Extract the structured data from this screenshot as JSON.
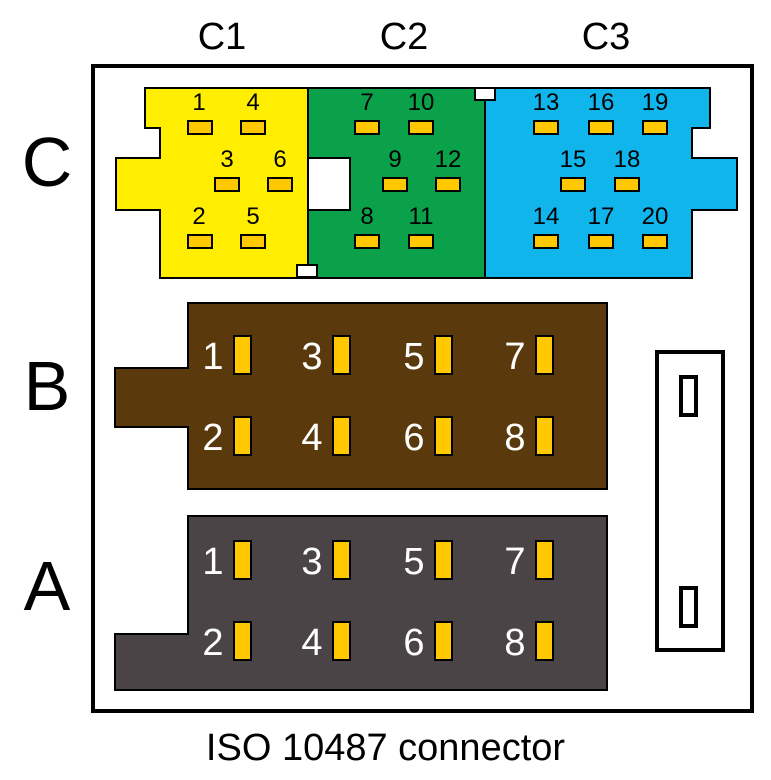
{
  "title": "ISO 10487 connector",
  "column_headers": [
    "C1",
    "C2",
    "C3"
  ],
  "row_labels": {
    "c": "C",
    "b": "B",
    "a": "A"
  },
  "colors": {
    "c1": "#ffee00",
    "c2": "#0aa14a",
    "c3": "#10b5ec",
    "b": "#5a3a0c",
    "a": "#4a4447",
    "pin": "#ffc800",
    "outline": "#000000"
  },
  "connector_c": {
    "c1_pins": [
      "1",
      "4",
      "3",
      "6",
      "2",
      "5"
    ],
    "c2_pins": [
      "7",
      "10",
      "9",
      "12",
      "8",
      "11"
    ],
    "c3_pins": [
      "13",
      "16",
      "19",
      "15",
      "18",
      "14",
      "17",
      "20"
    ]
  },
  "connector_b": {
    "pins": [
      "1",
      "3",
      "5",
      "7",
      "2",
      "4",
      "6",
      "8"
    ]
  },
  "connector_a": {
    "pins": [
      "1",
      "3",
      "5",
      "7",
      "2",
      "4",
      "6",
      "8"
    ]
  }
}
